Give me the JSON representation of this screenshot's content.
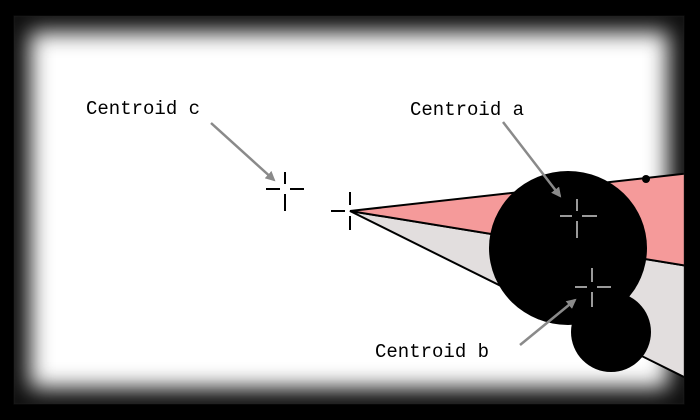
{
  "labels": {
    "centroid_a": "Centroid a",
    "centroid_b": "Centroid b",
    "centroid_c": "Centroid c"
  },
  "colors": {
    "background": "#ffffff",
    "frame": "#000000",
    "pink_wedge": "#f59a9a",
    "gray_wedge": "#e2dede",
    "disc": "#000000",
    "marker_black": "#000000",
    "marker_gray": "#9a9a9a",
    "arrow": "#8a8a8a"
  }
}
